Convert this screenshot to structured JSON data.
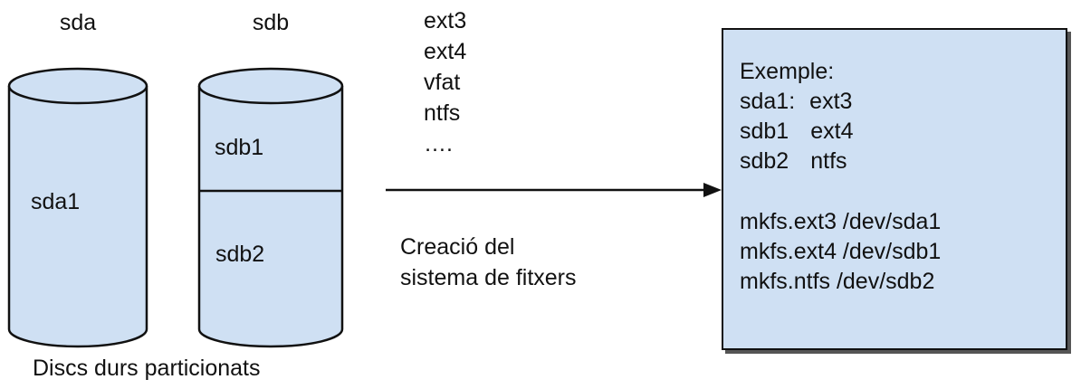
{
  "disks": {
    "sda": {
      "label": "sda",
      "partitions": [
        "sda1"
      ]
    },
    "sdb": {
      "label": "sdb",
      "partitions": [
        "sdb1",
        "sdb2"
      ]
    },
    "caption": "Discs durs particionats"
  },
  "filesystems": [
    "ext3",
    "ext4",
    "vfat",
    "ntfs",
    "…."
  ],
  "arrow": {
    "caption_lines": [
      "Creació del",
      "sistema de fitxers"
    ]
  },
  "example": {
    "title": "Exemple:",
    "mappings": [
      {
        "partition": "sda1:",
        "fs": "ext3"
      },
      {
        "partition": "sdb1",
        "fs": "ext4"
      },
      {
        "partition": "sdb2",
        "fs": "ntfs"
      }
    ],
    "commands": [
      "mkfs.ext3 /dev/sda1",
      "mkfs.ext4 /dev/sdb1",
      "mkfs.ntfs /dev/sdb2"
    ]
  },
  "colors": {
    "disk_fill": "#cfe0f3",
    "outline": "#111111",
    "box_fill": "#cfe0f3"
  }
}
